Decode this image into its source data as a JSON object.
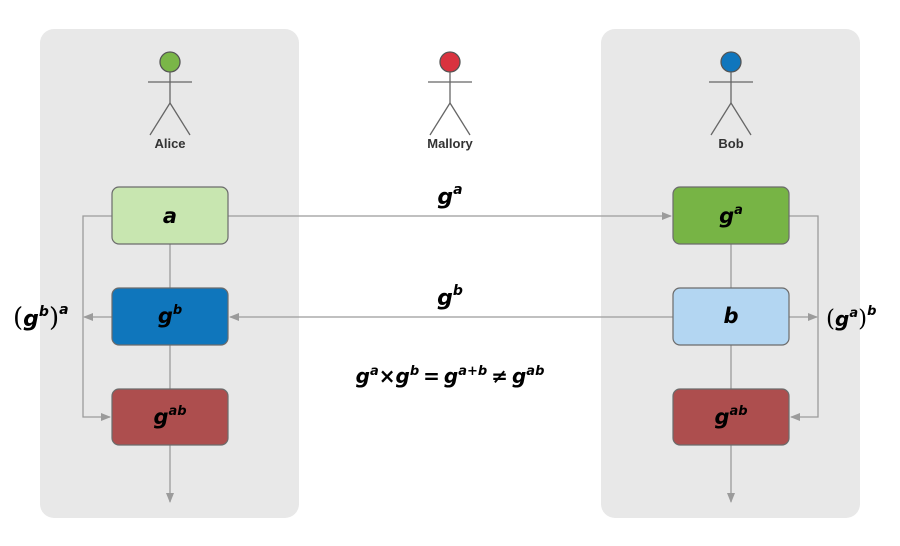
{
  "actors": {
    "alice": {
      "name": "Alice",
      "color": "#7ab648"
    },
    "mallory": {
      "name": "Mallory",
      "color": "#d9333f"
    },
    "bob": {
      "name": "Bob",
      "color": "#1076bd"
    }
  },
  "alice_boxes": {
    "secret": {
      "base": "a",
      "exp": "",
      "fill": "#c8e6b0"
    },
    "received": {
      "base": "g",
      "exp": "b",
      "fill": "#0f76bc"
    },
    "shared": {
      "base": "g",
      "exp": "ab",
      "fill": "#ad4e4e"
    }
  },
  "bob_boxes": {
    "public": {
      "base": "g",
      "exp": "a",
      "fill": "#77b445"
    },
    "secret": {
      "base": "b",
      "exp": "",
      "fill": "#b3d6f2"
    },
    "shared": {
      "base": "g",
      "exp": "ab",
      "fill": "#ad4e4e"
    }
  },
  "messages": {
    "to_bob": {
      "base": "g",
      "exp": "a"
    },
    "to_alice": {
      "base": "g",
      "exp": "b"
    }
  },
  "alice_compute": {
    "inner_base": "g",
    "inner_exp": "b",
    "outer_exp": "a"
  },
  "bob_compute": {
    "inner_base": "g",
    "inner_exp": "a",
    "outer_exp": "b"
  },
  "equation": {
    "t1_base": "g",
    "t1_exp": "a",
    "times": "×",
    "t2_base": "g",
    "t2_exp": "b",
    "eq": "=",
    "t3_base": "g",
    "t3_exp": "a+b",
    "neq": "≠",
    "t4_base": "g",
    "t4_exp": "ab"
  },
  "colors": {
    "panel": "#e8e8e8",
    "line": "#9b9b9b",
    "box_border": "#6b6b6b"
  }
}
